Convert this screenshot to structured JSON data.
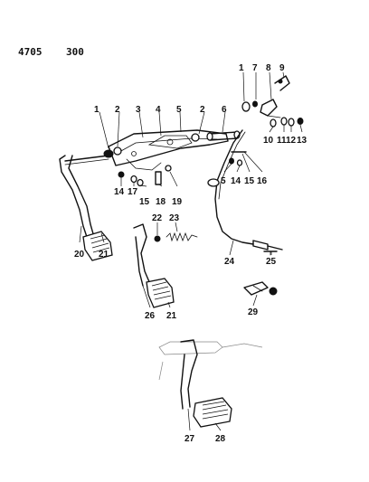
{
  "header": {
    "code_left": "4705",
    "code_right": "300"
  },
  "callouts": {
    "n1": "1",
    "n2": "2",
    "n3": "3",
    "n4": "4",
    "n5": "5",
    "n6": "6",
    "n7": "7",
    "n8": "8",
    "n9": "9",
    "n10": "10",
    "n11": "11",
    "n12": "12",
    "n13": "13",
    "n14": "14",
    "n15": "15",
    "n16": "16",
    "n17": "17",
    "n18": "18",
    "n19": "19",
    "n20": "20",
    "n21": "21",
    "n22": "22",
    "n23": "23",
    "n24": "24",
    "n25": "25",
    "n26": "26",
    "n27": "27",
    "n28": "28",
    "n29": "29"
  }
}
